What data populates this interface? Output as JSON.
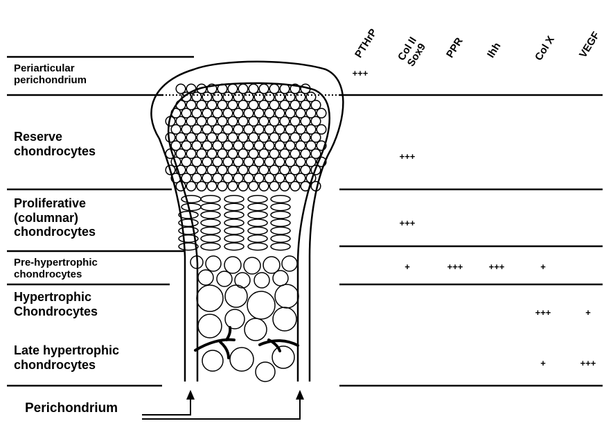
{
  "zones": [
    {
      "key": "periarticular",
      "lines": [
        "Periarticular",
        "perichondrium"
      ]
    },
    {
      "key": "reserve",
      "lines": [
        "Reserve",
        "chondrocytes"
      ]
    },
    {
      "key": "proliferative",
      "lines": [
        "Proliferative",
        "(columnar)",
        "chondrocytes"
      ]
    },
    {
      "key": "prehypertrophic",
      "lines": [
        "Pre-hypertrophic",
        "chondrocytes"
      ]
    },
    {
      "key": "hypertrophic",
      "lines": [
        "Hypertrophic",
        "Chondrocytes"
      ]
    },
    {
      "key": "late_hypertrophic",
      "lines": [
        "Late hypertrophic",
        "chondrocytes"
      ]
    }
  ],
  "markers": [
    {
      "key": "pthrp",
      "lines": [
        "PTHrP"
      ]
    },
    {
      "key": "col2_sox9",
      "lines": [
        "Col II",
        "Sox9"
      ]
    },
    {
      "key": "ppr",
      "lines": [
        "PPR"
      ]
    },
    {
      "key": "ihh",
      "lines": [
        "Ihh"
      ]
    },
    {
      "key": "colx",
      "lines": [
        "Col X"
      ]
    },
    {
      "key": "vegf",
      "lines": [
        "VEGF"
      ]
    }
  ],
  "expression": [
    {
      "zone": "periarticular",
      "marker": "pthrp",
      "level": "+++"
    },
    {
      "zone": "reserve",
      "marker": "col2_sox9",
      "level": "+++"
    },
    {
      "zone": "proliferative",
      "marker": "col2_sox9",
      "level": "+++"
    },
    {
      "zone": "prehypertrophic",
      "marker": "col2_sox9",
      "level": "+"
    },
    {
      "zone": "prehypertrophic",
      "marker": "ppr",
      "level": "+++"
    },
    {
      "zone": "prehypertrophic",
      "marker": "ihh",
      "level": "+++"
    },
    {
      "zone": "prehypertrophic",
      "marker": "colx",
      "level": "+"
    },
    {
      "zone": "hypertrophic",
      "marker": "colx",
      "level": "+++"
    },
    {
      "zone": "hypertrophic",
      "marker": "vegf",
      "level": "+"
    },
    {
      "zone": "late_hypertrophic",
      "marker": "colx",
      "level": "+"
    },
    {
      "zone": "late_hypertrophic",
      "marker": "vegf",
      "level": "+++"
    }
  ],
  "perichondrium_label": "Perichondrium"
}
